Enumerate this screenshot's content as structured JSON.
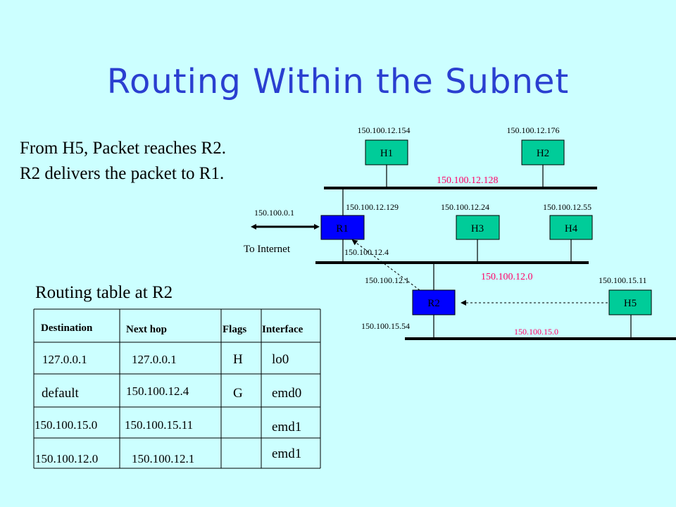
{
  "slide": {
    "title": "Routing Within the Subnet",
    "desc_line1": "From H5, Packet reaches R2.",
    "desc_line2": "R2 delivers the packet to R1.",
    "routing_table_title": "Routing table at R2"
  },
  "network": {
    "nodes": {
      "h1": "H1",
      "h2": "H2",
      "r1": "R1",
      "h3": "H3",
      "h4": "H4",
      "r2": "R2",
      "h5": "H5"
    },
    "addresses": {
      "h1": "150.100.12.154",
      "h2": "150.100.12.176",
      "r1_upper": "150.100.12.129",
      "h3": "150.100.12.24",
      "h4": "150.100.12.55",
      "r1_internet": "150.100.0.1",
      "r1_lower": "150.100.12.4",
      "r2_upper": "150.100.12.1",
      "h5": "150.100.15.11",
      "r2_lower": "150.100.15.54"
    },
    "subnets": {
      "top": "150.100.12.128",
      "middle": "150.100.12.0",
      "bottom": "150.100.15.0"
    },
    "internet_label": "To Internet",
    "colors": {
      "host": "#00cc99",
      "router": "#0000ff",
      "subnet_text": "#ff0066",
      "title": "#2a3fd0",
      "background": "#ccffff"
    }
  },
  "routing_table": {
    "headers": [
      "Destination",
      "Next hop",
      "Flags",
      "Interface"
    ],
    "rows": [
      [
        "127.0.0.1",
        "127.0.0.1",
        "H",
        "lo0"
      ],
      [
        "default",
        "150.100.12.4",
        "G",
        "emd0"
      ],
      [
        "150.100.15.0",
        "150.100.15.11",
        "",
        "emd1"
      ],
      [
        "150.100.12.0",
        "150.100.12.1",
        "",
        "emd1"
      ]
    ]
  }
}
